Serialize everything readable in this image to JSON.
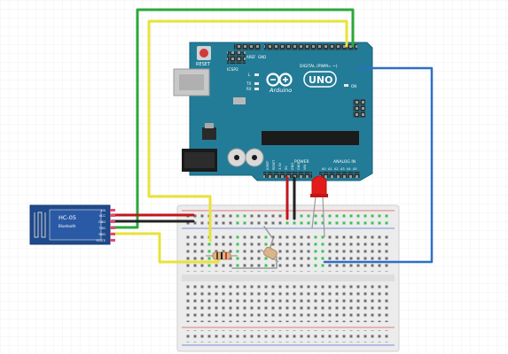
{
  "arduino": {
    "reset_label": "RESET",
    "icsp2_label": "ICSP2",
    "aref_label": "AREF",
    "gnd_label": "GND",
    "digital_label": "DIGITAL (PWM= ~)",
    "tx_label": "TX",
    "rx_label": "RX",
    "l_label": "L",
    "brand": "Arduino",
    "model": "UNO",
    "on_label": "ON",
    "power_label": "POWER",
    "analog_label": "ANALOG IN",
    "ioref_label": "IOREF",
    "reset_pin_label": "RESET",
    "v33_label": "3.3V",
    "v5_label": "5V",
    "vin_label": "VIN",
    "a_labels": [
      "A0",
      "A1",
      "A2",
      "A3",
      "A4",
      "A5"
    ],
    "board_color": "#237c97"
  },
  "bluetooth": {
    "model": "HC-05",
    "sub": "Bluetooth",
    "pins": [
      "EN",
      "VCC",
      "GND",
      "TXD",
      "RXD",
      "STATE"
    ],
    "board_color": "#1f4a8c"
  },
  "wires": {
    "green": "#2aa83a",
    "yellow": "#e8e23a",
    "blue": "#2d6fc4",
    "red": "#c0181c",
    "black": "#222222"
  },
  "led": {
    "color": "#e31b1b"
  }
}
